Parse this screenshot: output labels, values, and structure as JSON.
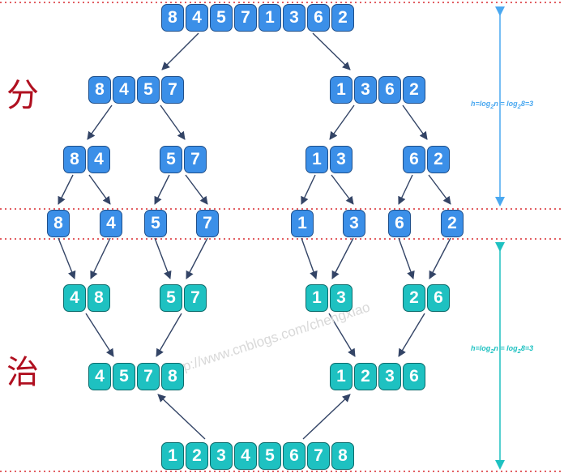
{
  "labels": {
    "divide": "分",
    "conquer": "治"
  },
  "formula_divide": {
    "prefix": "h=log",
    "sub1": "2",
    "mid": "n = log",
    "sub2": "2",
    "suffix": "8=3"
  },
  "formula_conquer": {
    "prefix": "h=log",
    "sub1": "2",
    "mid": "n = log",
    "sub2": "2",
    "suffix": "8=3"
  },
  "watermark": "http://www.cnblogs.com/chengxiao",
  "colors": {
    "blue": "#3b8fe8",
    "teal": "#1ec1c1",
    "arrow": "#334466",
    "divider": "#d9282f",
    "height_arrow": "#4aa8f0"
  },
  "rows": {
    "input": [
      "8",
      "4",
      "5",
      "7",
      "1",
      "3",
      "6",
      "2"
    ],
    "split_half_left": [
      "8",
      "4",
      "5",
      "7"
    ],
    "split_half_right": [
      "1",
      "3",
      "6",
      "2"
    ],
    "split_quarter_1": [
      "8",
      "4"
    ],
    "split_quarter_2": [
      "5",
      "7"
    ],
    "split_quarter_3": [
      "1",
      "3"
    ],
    "split_quarter_4": [
      "6",
      "2"
    ],
    "singles": [
      "8",
      "4",
      "5",
      "7",
      "1",
      "3",
      "6",
      "2"
    ],
    "merged_pair_1": [
      "4",
      "8"
    ],
    "merged_pair_2": [
      "5",
      "7"
    ],
    "merged_pair_3": [
      "1",
      "3"
    ],
    "merged_pair_4": [
      "2",
      "6"
    ],
    "merged_half_left": [
      "4",
      "5",
      "7",
      "8"
    ],
    "merged_half_right": [
      "1",
      "2",
      "3",
      "6"
    ],
    "output": [
      "1",
      "2",
      "3",
      "4",
      "5",
      "6",
      "7",
      "8"
    ]
  }
}
